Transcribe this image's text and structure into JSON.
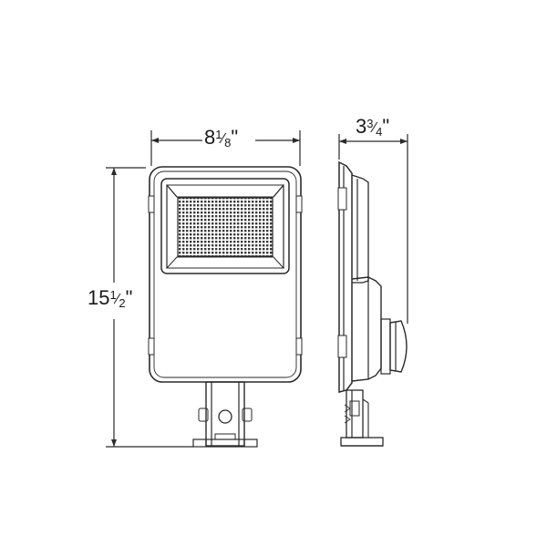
{
  "dimensions": {
    "width": {
      "whole": "8",
      "num": "1",
      "den": "8",
      "unit": "\""
    },
    "height": {
      "whole": "15",
      "num": "1",
      "den": "2",
      "unit": "\""
    },
    "depth": {
      "whole": "3",
      "num": "3",
      "den": "4",
      "unit": "\""
    }
  },
  "colors": {
    "line": "#2a2a2a",
    "background": "#ffffff"
  }
}
